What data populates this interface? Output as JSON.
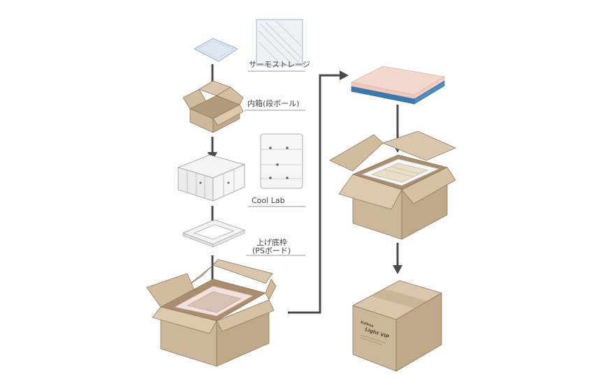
{
  "steps": {
    "thermo_storage": "サーモストレージ",
    "inner_box": "内箱(段ボール)",
    "cool_lab": "Cool Lab",
    "bottom_frame_line1": "上げ底枠",
    "bottom_frame_line2": "(PSボード)"
  },
  "box_print": {
    "brand": "Kaihoe",
    "product": "Light VIP"
  },
  "colors": {
    "cardboard": "#cdb79a",
    "cardboard_dark": "#b39a7a",
    "arrow": "#4a4a4a",
    "vip_pink": "#f5d8cd",
    "vip_blue": "#3a78b0"
  }
}
